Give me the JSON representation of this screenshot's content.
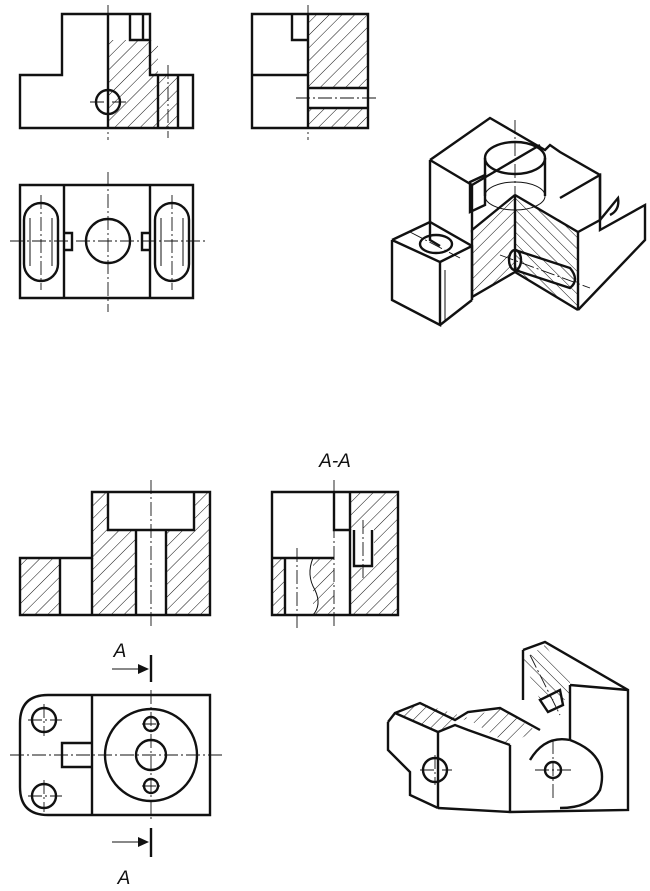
{
  "section_title": "A-A",
  "cut_label_top": "A",
  "cut_label_bottom": "A",
  "colors": {
    "ink": "#111111",
    "paper": "#ffffff"
  }
}
